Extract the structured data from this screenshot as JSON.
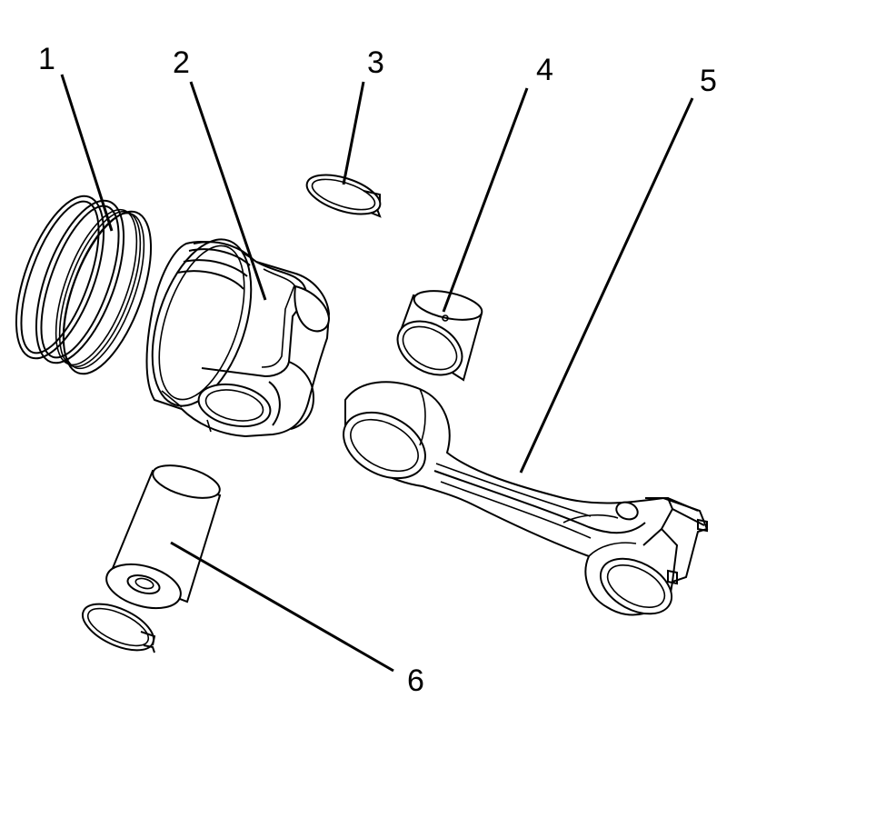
{
  "diagram": {
    "parts": [
      {
        "id": "1",
        "label": "1"
      },
      {
        "id": "2",
        "label": "2"
      },
      {
        "id": "3",
        "label": "3"
      },
      {
        "id": "4",
        "label": "4"
      },
      {
        "id": "5",
        "label": "5"
      },
      {
        "id": "6",
        "label": "6"
      }
    ]
  }
}
